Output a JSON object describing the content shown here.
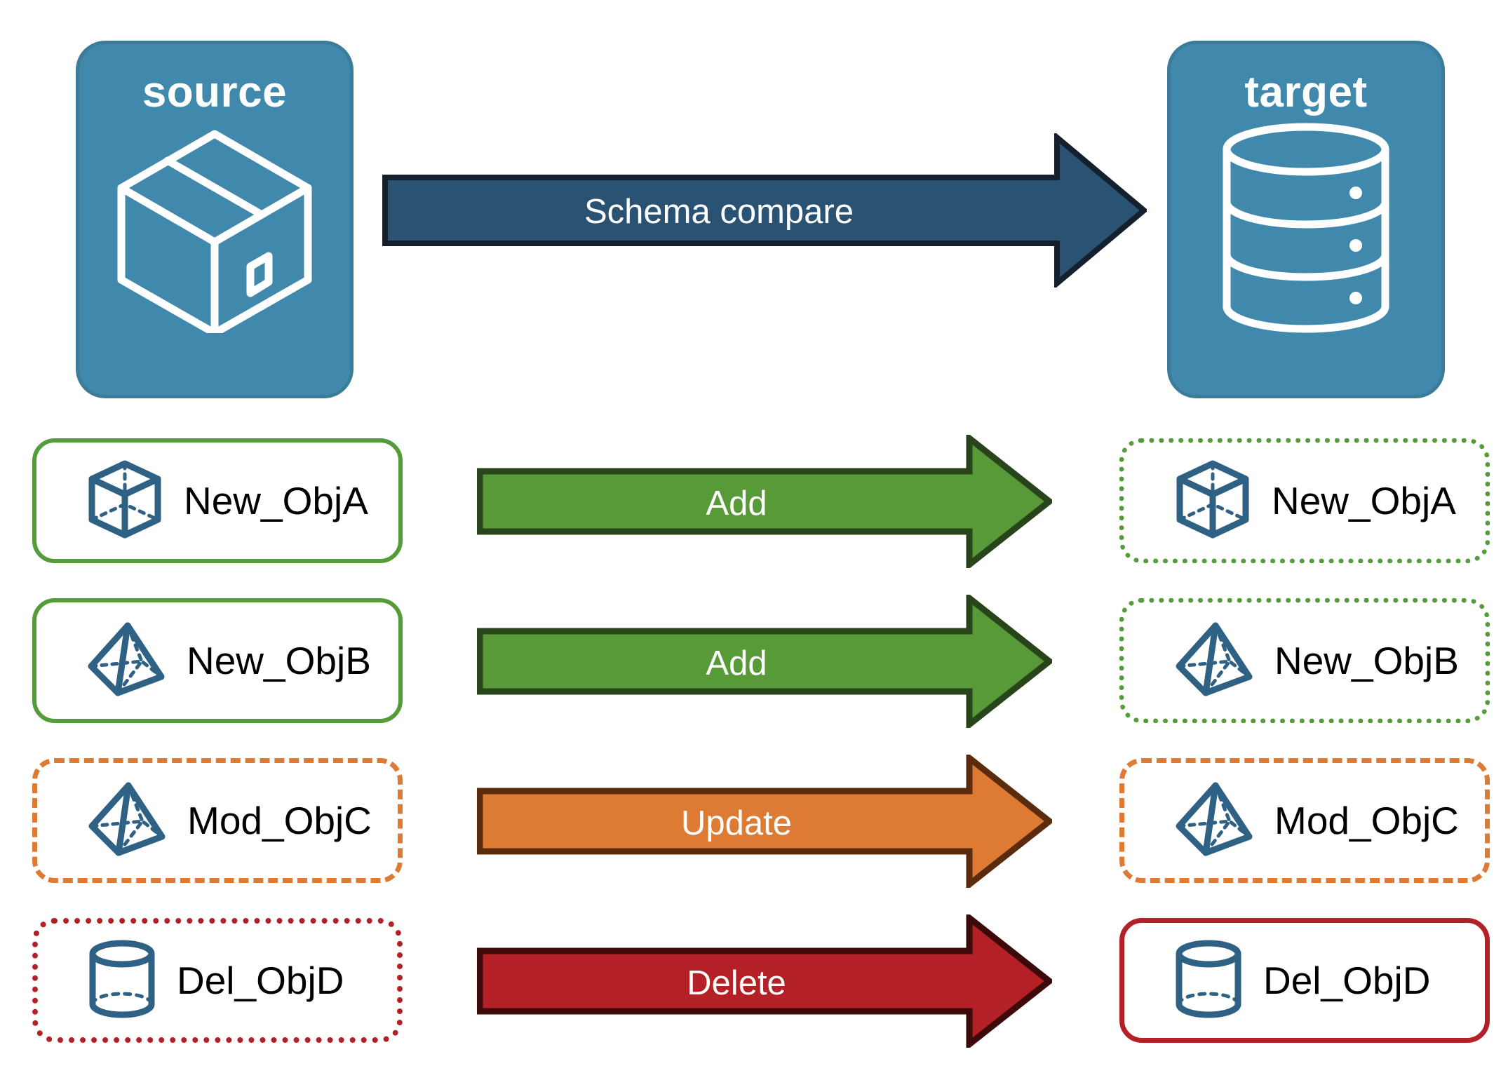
{
  "endpoints": {
    "source": {
      "title": "source",
      "icon": "box-3d-icon",
      "fill": "#4189AC",
      "stroke": "#3C7C9B"
    },
    "target": {
      "title": "target",
      "icon": "database-cylinder-icon",
      "fill": "#4189AC",
      "stroke": "#3C7C9B"
    }
  },
  "main_arrow": {
    "label": "Schema compare",
    "fill": "#2A5273",
    "stroke": "#14202E"
  },
  "rows": [
    {
      "action": "Add",
      "arrow_fill": "#589A38",
      "arrow_stroke": "#27441A",
      "source": {
        "label": "New_ObjA",
        "icon": "cube-wireframe-icon",
        "border_color": "#549B39",
        "border_style": "solid"
      },
      "target": {
        "label": "New_ObjA",
        "icon": "cube-wireframe-icon",
        "border_color": "#549B39",
        "border_style": "dotted"
      }
    },
    {
      "action": "Add",
      "arrow_fill": "#589A38",
      "arrow_stroke": "#27441A",
      "source": {
        "label": "New_ObjB",
        "icon": "pyramid-wireframe-icon",
        "border_color": "#549B39",
        "border_style": "solid"
      },
      "target": {
        "label": "New_ObjB",
        "icon": "pyramid-wireframe-icon",
        "border_color": "#549B39",
        "border_style": "dotted"
      }
    },
    {
      "action": "Update",
      "arrow_fill": "#DD7B34",
      "arrow_stroke": "#5B2B0D",
      "source": {
        "label": "Mod_ObjC",
        "icon": "pyramid-wireframe-icon",
        "border_color": "#DD7B34",
        "border_style": "dashed"
      },
      "target": {
        "label": "Mod_ObjC",
        "icon": "pyramid-wireframe-icon",
        "border_color": "#DD7B34",
        "border_style": "dashed"
      }
    },
    {
      "action": "Delete",
      "arrow_fill": "#B32025",
      "arrow_stroke": "#3D0A0B",
      "source": {
        "label": "Del_ObjD",
        "icon": "cylinder-wireframe-icon",
        "border_color": "#B32025",
        "border_style": "dotted"
      },
      "target": {
        "label": "Del_ObjD",
        "icon": "cylinder-wireframe-icon",
        "border_color": "#B32025",
        "border_style": "solid"
      }
    }
  ],
  "palette": {
    "panel_blue": "#4189AC",
    "panel_blue_stroke": "#3C7C9B",
    "arrow_navy": "#2A5273",
    "green": "#589A38",
    "orange": "#DD7B34",
    "red": "#B32025",
    "icon_blue": "#2E6184",
    "text_black": "#000000",
    "text_white": "#ffffff",
    "background": "#ffffff"
  }
}
